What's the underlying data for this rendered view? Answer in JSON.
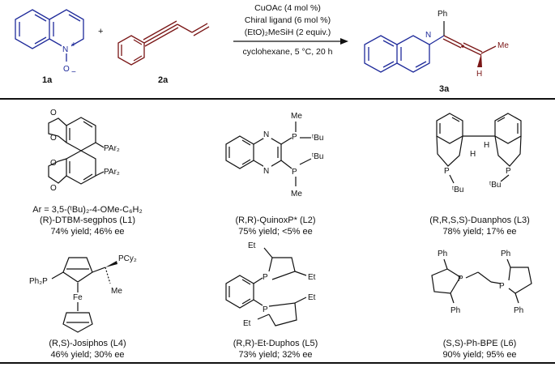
{
  "reaction": {
    "reactant1_label": "1a",
    "reactant2_label": "2a",
    "product_label": "3a",
    "plus": "+",
    "conditions": {
      "line1": "CuOAc (4 mol %)",
      "line2": "Chiral ligand (6 mol %)",
      "line3": "(EtO)₂MeSiH (2 equiv.)",
      "line4": "cyclohexane, 5 °C, 20 h"
    }
  },
  "atoms": {
    "n_plus": "N",
    "o_minus": "O",
    "product_n": "N",
    "product_ph": "Ph",
    "product_me": "Me",
    "product_h": "H"
  },
  "ligands": [
    {
      "id": "L1",
      "name_line": "(R)-DTBM-segphos (L1)",
      "aryl_def": "Ar = 3,5-(ᵗBu)₂-4-OMe-C₆H₂",
      "result": "74% yield; 46% ee",
      "atom_labels": [
        "PAr₂",
        "PAr₂"
      ]
    },
    {
      "id": "L2",
      "name_line": "(R,R)-QuinoxP* (L2)",
      "result": "75% yield; <5% ee",
      "atom_labels": [
        "Me",
        "P",
        "ᵗBu",
        "N",
        "N",
        "ᵗBu",
        "P",
        "Me"
      ]
    },
    {
      "id": "L3",
      "name_line": "(R,R,S,S)-Duanphos (L3)",
      "result": "78% yield; 17% ee",
      "atom_labels": [
        "P",
        "P",
        "ᵗBu",
        "ᵗBu",
        "H",
        "H"
      ]
    },
    {
      "id": "L4",
      "name_line": "(R,S)-Josiphos (L4)",
      "result": "46% yield; 30% ee",
      "atom_labels": [
        "Ph₂P",
        "PCy₂",
        "Fe",
        "Me"
      ]
    },
    {
      "id": "L5",
      "name_line": "(R,R)-Et-Duphos (L5)",
      "result": "73% yield; 32% ee",
      "atom_labels": [
        "Et",
        "Et",
        "P",
        "P",
        "Et",
        "Et"
      ]
    },
    {
      "id": "L6",
      "name_line": "(S,S)-Ph-BPE (L6)",
      "result": "90% yield; 95% ee",
      "atom_labels": [
        "Ph",
        "Ph",
        "P",
        "P",
        "Ph",
        "Ph"
      ]
    }
  ]
}
